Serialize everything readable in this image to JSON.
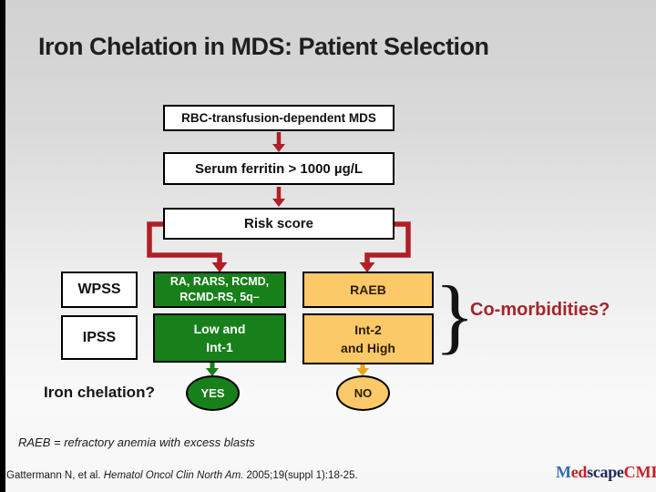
{
  "colors": {
    "accent_red": "#b01f27",
    "green": "#17801a",
    "orange": "#fbc968",
    "yellow_arrow": "#e8a71c",
    "ink": "#1c1c1c",
    "maroon": "#a4262c",
    "logo_blue": "#2f6eb5",
    "logo_red": "#c5202a",
    "logo_navy": "#232a60"
  },
  "title": "Iron Chelation in MDS: Patient Selection",
  "flow": {
    "rbc": "RBC-transfusion-dependent MDS",
    "ferritin": "Serum ferritin > 1000 µg/L",
    "risk": "Risk score",
    "wpss": "WPSS",
    "ipss": "IPSS",
    "question": "Iron chelation?",
    "wpss_green_line1": "RA, RARS, RCMD,",
    "wpss_green_line2": "RCMD-RS, 5q–",
    "ipss_green_line1": "Low and",
    "ipss_green_line2": "Int-1",
    "wpss_orange": "RAEB",
    "ipss_orange_line1": "Int-2",
    "ipss_orange_line2": "and High",
    "yes": "YES",
    "no": "NO",
    "comorbidities": "Co-morbidities?",
    "brace": "}"
  },
  "footnote": "RAEB = refractory anemia with excess blasts",
  "citation": {
    "prefix": "Gattermann N, et al. ",
    "journal": "Hematol Oncol Clin North Am.",
    "suffix": " 2005;19(suppl 1):18-25."
  },
  "logo": {
    "m": "M",
    "ed": "ed",
    "scape": "scape",
    "cme": "CME",
    "tm": "™"
  }
}
